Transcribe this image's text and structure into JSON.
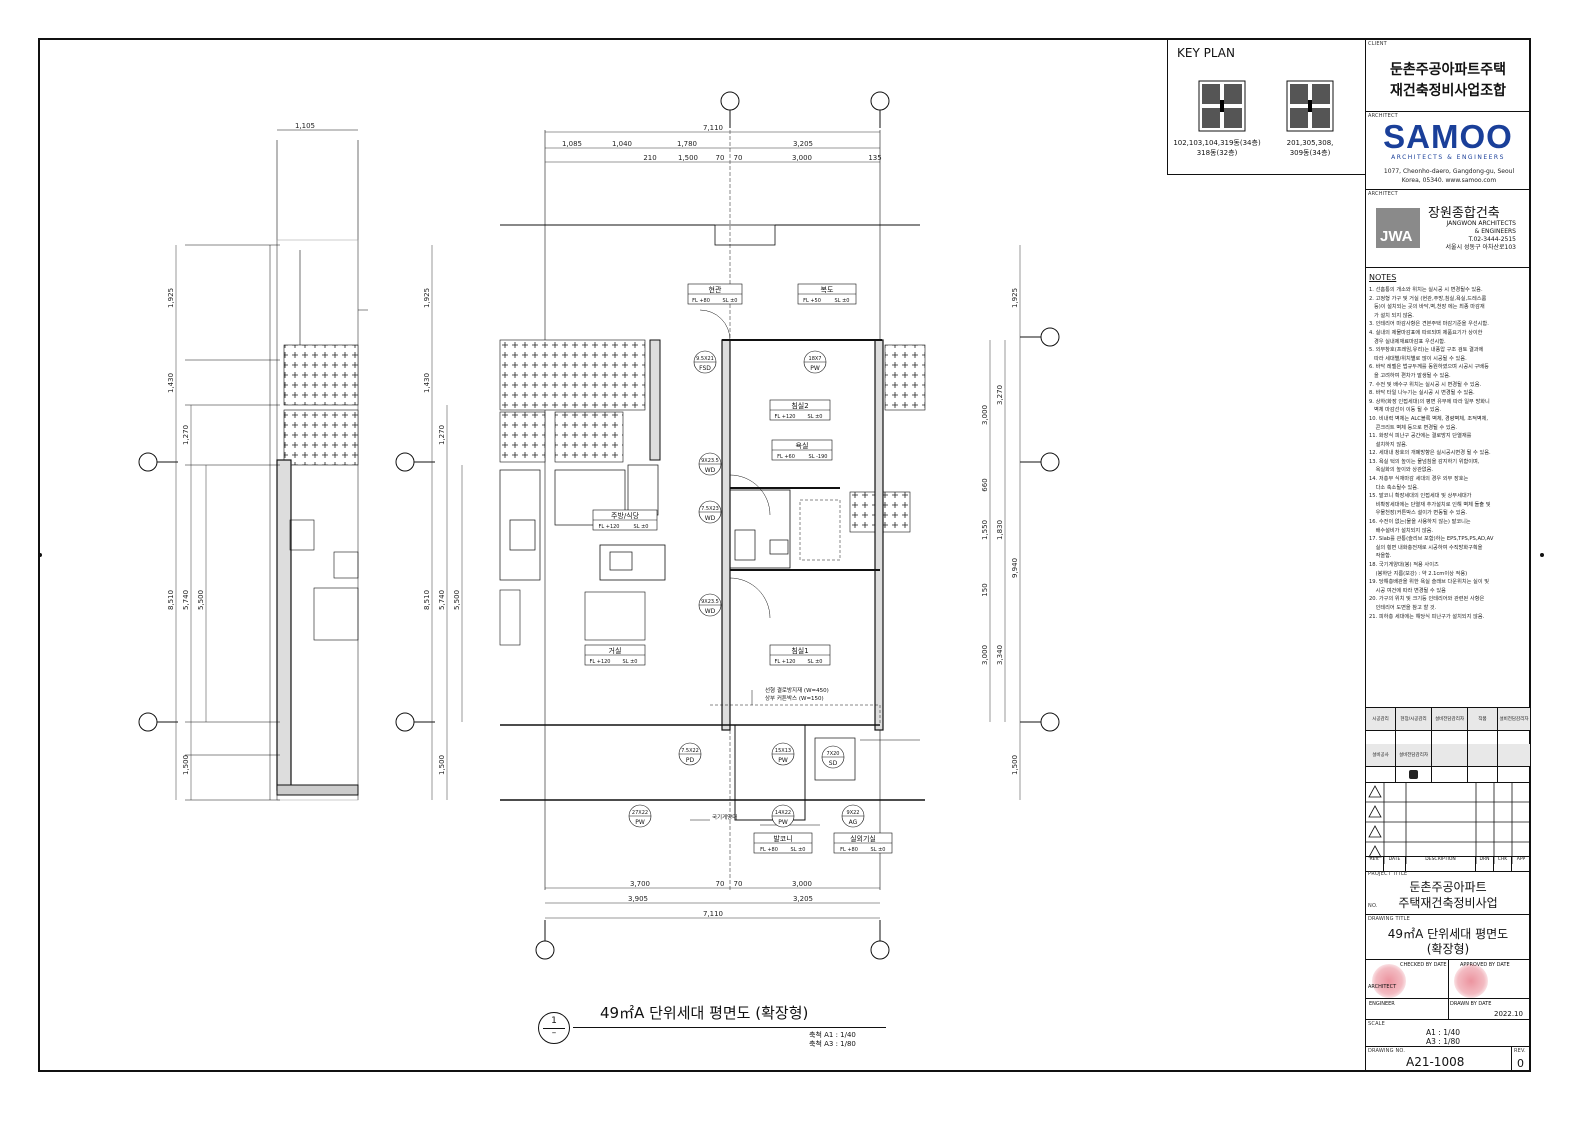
{
  "key_plan": {
    "title": "KEY PLAN",
    "left_caption": [
      "102,103,104,319동(34층)",
      "318동(32층)"
    ],
    "right_caption": [
      "201,305,308,",
      "309동(34층)"
    ]
  },
  "title_block": {
    "client_label": "CLIENT",
    "client_name": [
      "둔촌주공아파트주택",
      "재건축정비사업조합"
    ],
    "architect_label": "ARCHITECT",
    "samoo": {
      "logo": "SAMOO",
      "sub": "ARCHITECTS & ENGINEERS",
      "address": "1077, Cheonho-daero, Gangdong-gu, Seoul Korea, 05340.  www.samoo.com"
    },
    "architect2_label": "ARCHITECT",
    "jangwon": {
      "mark": "JWA",
      "name": "장원종합건축",
      "en": [
        "JANGWON ARCHITECTS",
        "& ENGINEERS"
      ],
      "tel": [
        "T.02-3444-2515",
        "서울시 성동구 아차산로103"
      ]
    },
    "notes_title": "NOTES",
    "notes": [
      "1. 선홈통의 개소와 위치는 실시공 시 변경될수 있음.",
      "2. 고정형 가구 및 거실 (현관,주방,침실,욕실,드레스룸",
      "   등)이 설치되는 곳의 바닥,벽,천장 에는 최종 마감재",
      "   가 설치 되지 않음.",
      "3. 인테리어 마감사항은 견본주택 마감기준을 우선시함.",
      "4. 실내의 제물마감표에 따르되며 제품요기가 상이한",
      "   경우 실내제재료마감표 우선시함.",
      "5. 외부창호(프레임,유리)는 내풍압 구조 검토 결과에",
      "   따라 세대별/위치별로 많이 시공될 수 있음.",
      "6. 바닥 레벨은 법규두께를 동원하였으며 시공시 구배등",
      "   을 고려하여 편차가 발생될 수 있음.",
      "7. 수전 및 배수구 위치는 실시공 시 변경될 수 있음.",
      "8. 바닥 타일 나누기는 실시공 시 변경될 수 있음.",
      "9. 상하(화장 인접세대)의 평면 유무에 따라 일부 방화니",
      "   벽체 마감선이 이동 될 수 있음.",
      "10. 비내력 벽체는 ALC블록 벽체, 경량벽체, 조적벽체,",
      "    콘크리트 벽체 등으로 변경될 수 있음.",
      "11. 화장식 피난구 공간에는 결로방지 단열재를",
      "    설치하지 않음.",
      "12. 세대내 창호의 개폐방향은 실시공시변경 될 수 있음.",
      "13. 욕실 턱의 높이는 물넘침을 감지하기 위함이며,",
      "    욕실화의 높이와 상관없음.",
      "14. 저층부 식재마감 세대의 경우 외부 장호는",
      "    다소 축소될수 있음.",
      "15. 발코니 확장세대의 인접세대 및 상부세대가",
      "    비확장세대에는 단열재 추가설치로 인해 벽체 돌출 및",
      "    우물천장(커튼박스 설이가 변동될 수 있음.",
      "16. 수전이 없는(물을 사용하지 않는) 발코니는",
      "    배수설비가 설치되지 않음.",
      "17. Slab를 관통(슬리브 포함)하는 EPS,TPS,PS,AD,AV",
      "    실의 횡면 내화충전재로 시공하여 수직방화구획을",
      "    작을함.",
      "18. 국기게양대(봉) 적용 사이즈",
      "    (봉하단 지름(보강) : 약 2.1cm이상 적용)",
      "19. 당해층배관을 위한 욕실 슬래브 다운위치는 실이 및",
      "    시공 여건에 따라 변경될 수 있음",
      "20. 가구의 위치 및 크기등 인테리어와 관련된 사항은",
      "    인테리어 도면을 참고 할 것.",
      "21. 피하층 세대에는 해당식 피난구가 설치되지 않음."
    ],
    "approval_row1": [
      "시공감리",
      "현장/시공감리",
      "설비전담감리자",
      "작품",
      "설비전담감리자"
    ],
    "approval_row2": [
      "설비공사",
      "설비전담감리자",
      "",
      "",
      ""
    ],
    "rev_head": [
      "REV.",
      "DATE",
      "DESCRIPTION",
      "DRN",
      "CHK",
      "APP"
    ],
    "project_title_label": "PROJECT TITLE",
    "project_title": [
      "둔촌주공아파트",
      "주택재건축정비사업"
    ],
    "no_label": "NO.",
    "drawing_title_label": "DRAWING TITLE",
    "drawing_title": [
      "49㎡A 단위세대 평면도",
      "(확장형)"
    ],
    "approved_by_label": "CHECKED BY DATE",
    "approved_by_label2": "APPROVED BY DATE",
    "architect_seal_label": "ARCHITECT",
    "engineer_label": "ENGINEER",
    "drawn_label": "DRAWN BY DATE",
    "drawn_date": "2022.10",
    "scale_label": "SCALE",
    "scale_values": [
      "A1 : 1/40",
      "A3 : 1/80"
    ],
    "drawing_no_label": "DRAWING NO.",
    "drawing_no": "A21-1008",
    "rev_label": "REV.",
    "rev_no": "0"
  },
  "plan": {
    "caption_number": "1",
    "caption_title": "49㎡A 단위세대 평면도 (확장형)",
    "caption_scale": [
      "축척 A1 : 1/40",
      "축척 A3 : 1/80"
    ],
    "top_dims": {
      "total": "7,110",
      "row1": [
        "1,085",
        "1,040",
        "1,780",
        "3,205"
      ],
      "row2": [
        "210",
        "1,500",
        "70",
        "70",
        "3,000",
        "135"
      ]
    },
    "bottom_dims": {
      "row1": [
        "3,700",
        "70",
        "70",
        "3,000"
      ],
      "row2": [
        "3,905",
        "3,205"
      ],
      "total": "7,110"
    },
    "left_dims": [
      "1,925",
      "1,430",
      "1,270",
      "5,740",
      "5,500",
      "8,510",
      "1,500"
    ],
    "right_dims": [
      "1,925",
      "3,270",
      "3,000",
      "660",
      "1,830",
      "1,550",
      "9,940",
      "3,340",
      "3,000",
      "150",
      "1,500"
    ],
    "side_dims": {
      "top": "1,105",
      "left": [
        "1,925",
        "1,430",
        "1,270",
        "5,740",
        "5,500",
        "8,510",
        "1,500"
      ]
    },
    "rooms": [
      {
        "name": "현관",
        "fl": "FL +80",
        "sl": "SL ±0"
      },
      {
        "name": "복도",
        "fl": "FL +50",
        "sl": "SL ±0"
      },
      {
        "name": "침실2",
        "fl": "FL +120",
        "sl": "SL ±0"
      },
      {
        "name": "욕실",
        "fl": "FL +60",
        "sl": "SL -190"
      },
      {
        "name": "주방/식당",
        "fl": "FL +120",
        "sl": "SL ±0"
      },
      {
        "name": "거실",
        "fl": "FL +120",
        "sl": "SL ±0"
      },
      {
        "name": "침실1",
        "fl": "FL +120",
        "sl": "SL ±0"
      },
      {
        "name": "발코니",
        "fl": "FL +80",
        "sl": "SL ±0"
      },
      {
        "name": "실외기실",
        "fl": "FL +80",
        "sl": "SL ±0"
      }
    ],
    "tags": [
      {
        "size": "9.5X21",
        "type": "FSD"
      },
      {
        "size": "18X7",
        "type": "PW"
      },
      {
        "size": "9X23.5",
        "type": "WD"
      },
      {
        "size": "7.5X23",
        "type": "WD"
      },
      {
        "size": "9X23.5",
        "type": "WD"
      },
      {
        "size": "7.5X22",
        "type": "PD"
      },
      {
        "size": "15X13",
        "type": "PW"
      },
      {
        "size": "7X20",
        "type": "SD"
      },
      {
        "size": "27X22",
        "type": "PW"
      },
      {
        "size": "14X22",
        "type": "PW"
      },
      {
        "size": "9X22",
        "type": "AG"
      }
    ],
    "notes": [
      "선형 결로방지재 (W=450)",
      "상부 커튼박스 (W=150)",
      "국기게양대"
    ]
  }
}
